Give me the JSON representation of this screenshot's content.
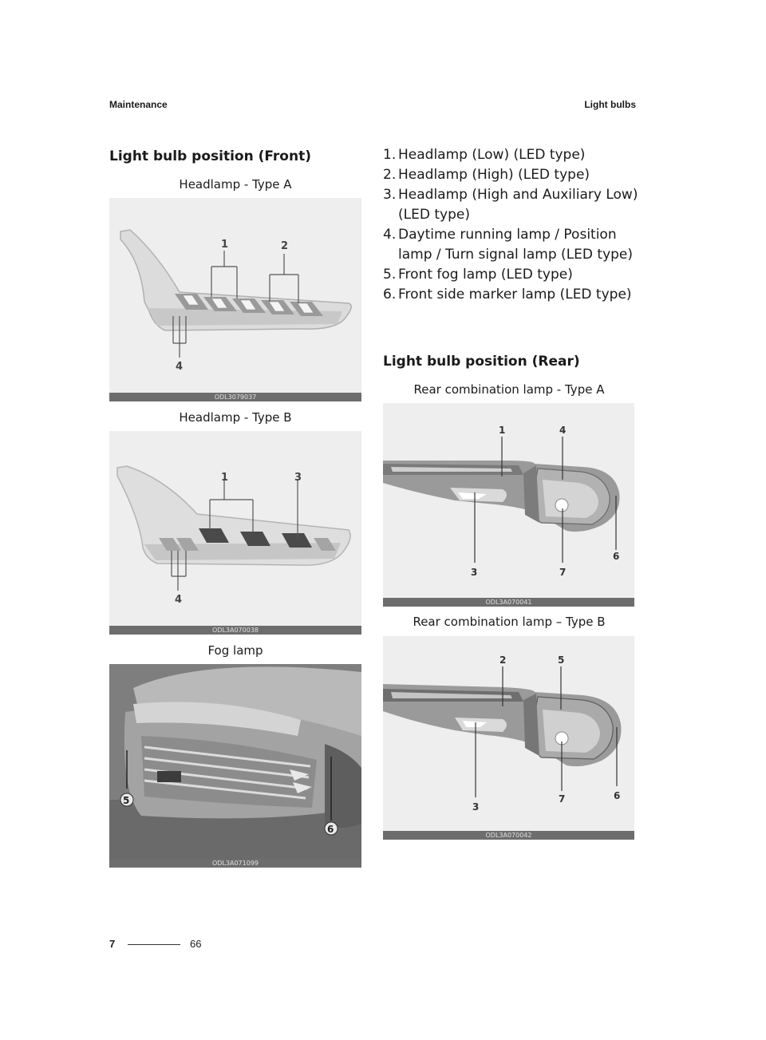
{
  "header": {
    "section": "Maintenance",
    "topic": "Light bulbs"
  },
  "front": {
    "title": "Light bulb position (Front)",
    "figures": [
      {
        "caption": "Headlamp - Type A",
        "code": "ODL3079037",
        "callouts": [
          "1",
          "2",
          "4"
        ]
      },
      {
        "caption": "Headlamp - Type B",
        "code": "ODL3A070038",
        "callouts": [
          "1",
          "3",
          "4"
        ]
      },
      {
        "caption": "Fog lamp",
        "code": "ODL3A071099",
        "callouts": [
          "5",
          "6"
        ]
      }
    ]
  },
  "list": [
    {
      "num": "1.",
      "text": "Headlamp (Low) (LED type)"
    },
    {
      "num": "2.",
      "text": "Headlamp (High) (LED type)"
    },
    {
      "num": "3.",
      "text": "Headlamp (High and Auxiliary Low) (LED type)"
    },
    {
      "num": "4.",
      "text": "Daytime running lamp / Position lamp / Turn signal lamp (LED type)"
    },
    {
      "num": "5.",
      "text": "Front fog lamp (LED type)"
    },
    {
      "num": "6.",
      "text": "Front side marker lamp (LED type)"
    }
  ],
  "rear": {
    "title": "Light bulb position (Rear)",
    "figures": [
      {
        "caption": "Rear combination lamp - Type A",
        "code": "ODL3A070041",
        "callouts": [
          "1",
          "4",
          "3",
          "7",
          "6"
        ]
      },
      {
        "caption": "Rear combination lamp – Type B",
        "code": "ODL3A070042",
        "callouts": [
          "2",
          "5",
          "3",
          "7",
          "6"
        ]
      }
    ]
  },
  "footer": {
    "chapter": "7",
    "page": "66"
  }
}
